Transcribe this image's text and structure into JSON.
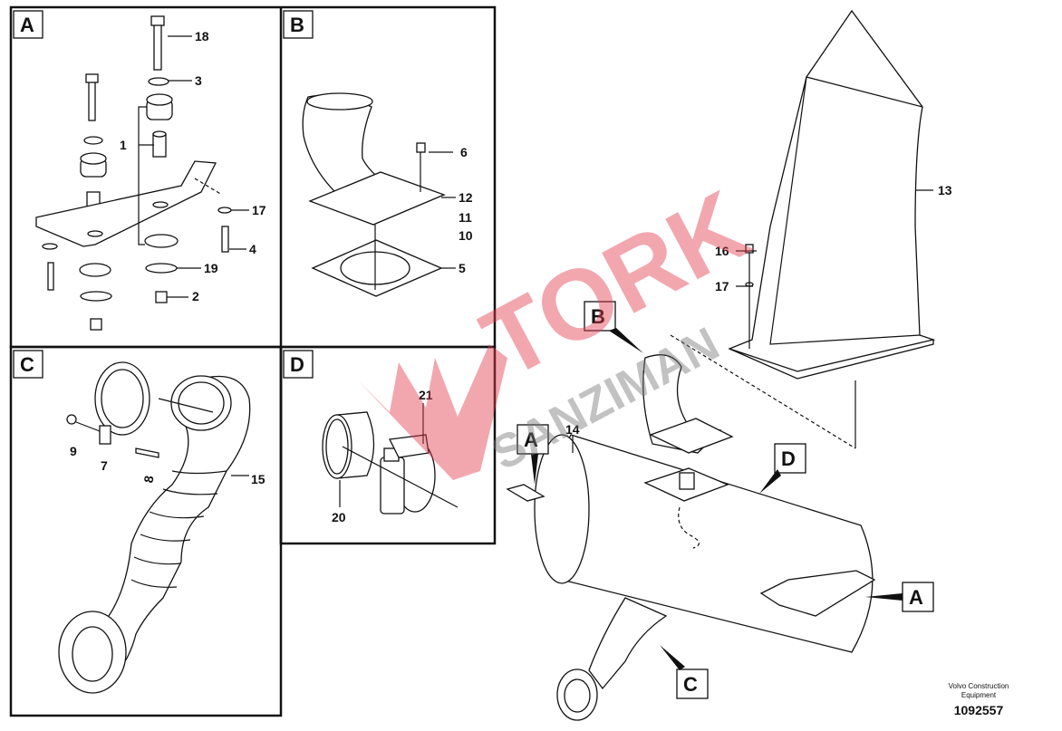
{
  "panels": {
    "a": {
      "letter": "A",
      "callouts": [
        "18",
        "3",
        "1",
        "17",
        "4",
        "19",
        "2"
      ]
    },
    "b": {
      "letter": "B",
      "callouts": [
        "6",
        "12",
        "11",
        "10",
        "5"
      ]
    },
    "c": {
      "letter": "C",
      "callouts": [
        "9",
        "7",
        "8",
        "15"
      ]
    },
    "d": {
      "letter": "D",
      "callouts": [
        "21",
        "20"
      ]
    }
  },
  "main": {
    "callouts": [
      "13",
      "16",
      "17",
      "14"
    ],
    "refs": [
      "B",
      "A",
      "D",
      "A",
      "C"
    ]
  },
  "watermark": {
    "line1": "TORK",
    "line2": "SANZIMAN"
  },
  "footer": {
    "company": "Volvo Construction",
    "company2": "Equipment",
    "drawing_number": "1092557"
  },
  "colors": {
    "line": "#111111",
    "watermark_red": "#e8737f",
    "watermark_grey": "#a0a0a0"
  }
}
